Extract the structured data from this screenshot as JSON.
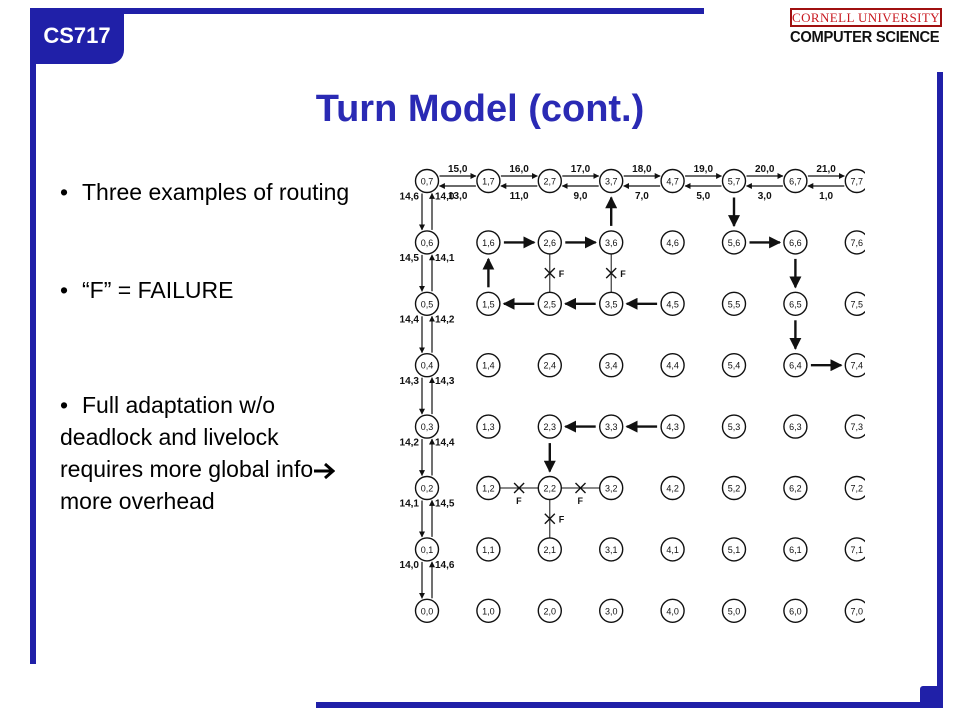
{
  "header": {
    "course_code": "CS717",
    "logo_university": "CORNELL UNIVERSITY",
    "logo_department": "COMPUTER SCIENCE"
  },
  "title": "Turn Model (cont.)",
  "bullets": {
    "b1": "Three examples of routing",
    "b2": "“F” = FAILURE",
    "b3_before": "Full adaptation w/o deadlock and livelock requires more global info",
    "b3_after": "more overhead"
  },
  "mesh": {
    "columns": 8,
    "rows": 8,
    "failure_label": "F",
    "top_right_labels": [
      "15,0",
      "16,0",
      "17,0",
      "18,0",
      "19,0",
      "20,0",
      "21,0"
    ],
    "top_left_labels": [
      "13,0",
      "11,0",
      "9,0",
      "7,0",
      "5,0",
      "3,0",
      "1,0"
    ],
    "left_down_labels": [
      "14,6",
      "14,5",
      "14,4",
      "14,3",
      "14,2",
      "14,1",
      "14,0"
    ],
    "left_up_labels": [
      "14,0",
      "14,1",
      "14,2",
      "14,3",
      "14,4",
      "14,5",
      "14,6"
    ],
    "colors": {
      "ink": "#111111",
      "frame": "#2020a8",
      "title": "#2a2ab4",
      "logo_red": "#c8181f"
    }
  }
}
